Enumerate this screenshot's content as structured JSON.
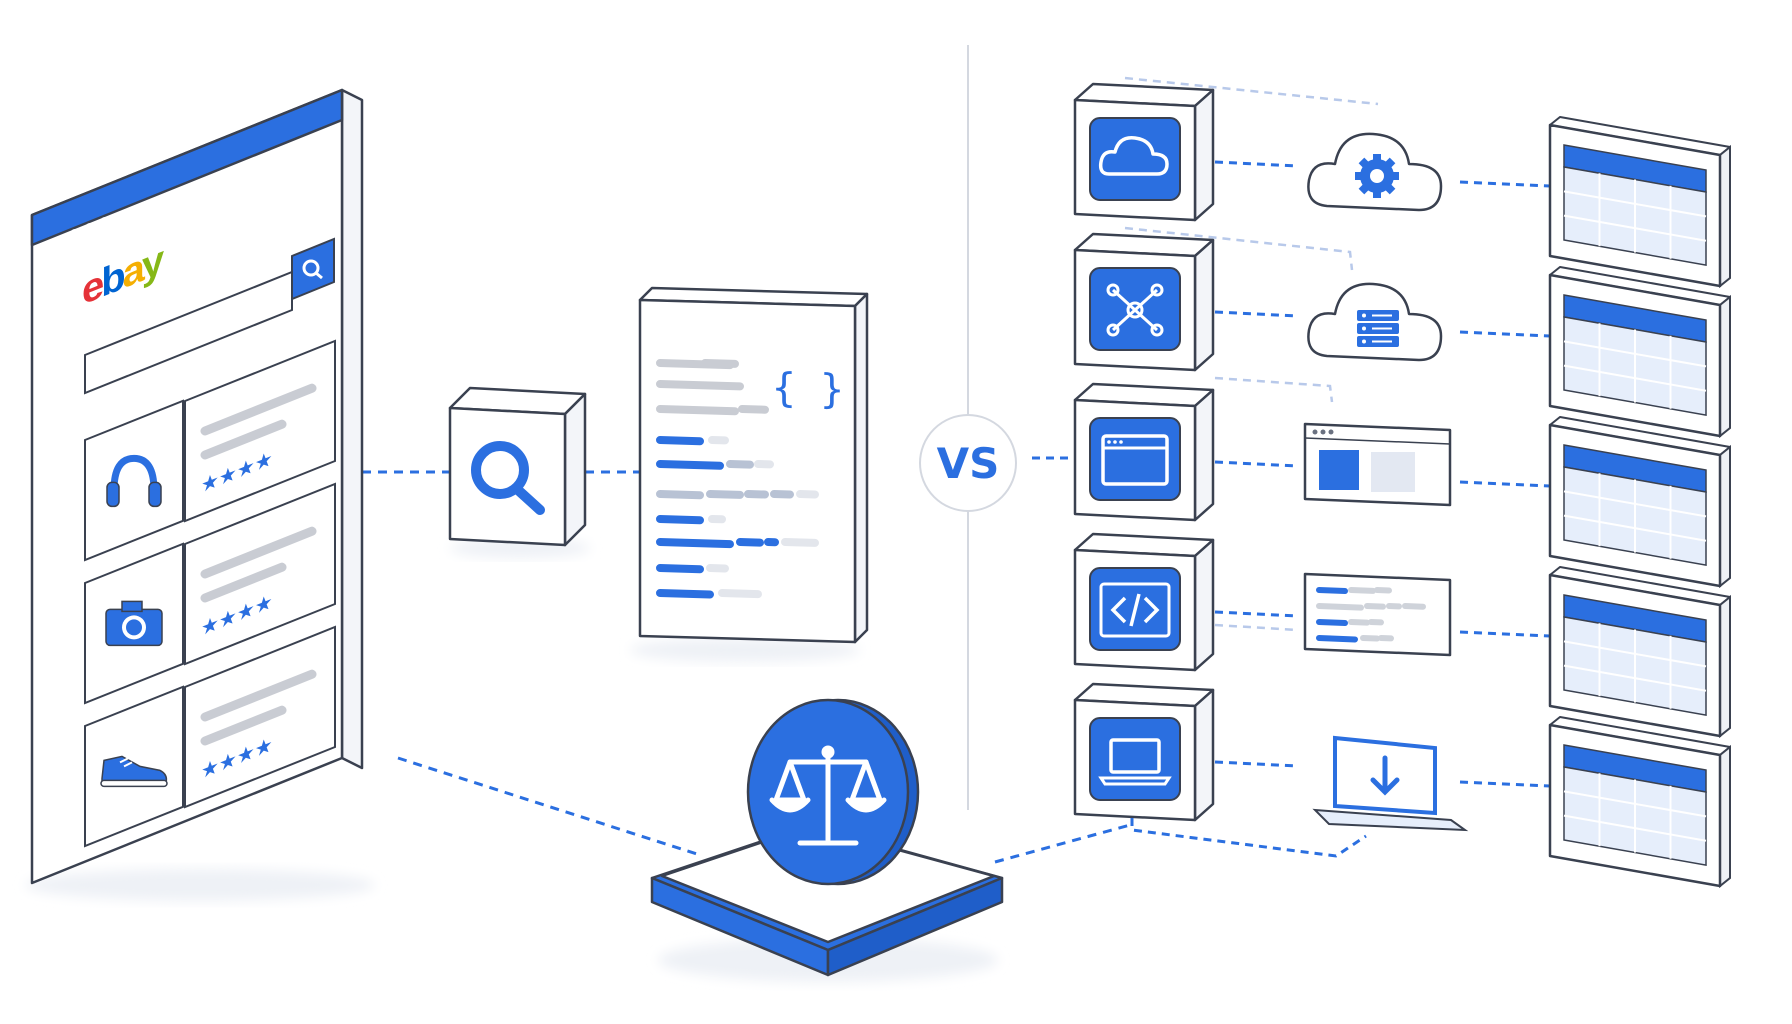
{
  "colors": {
    "accent": "#2b6fe0",
    "outline": "#3a4150",
    "panel": "#ffffff",
    "light_blue": "#e6eefb",
    "gray_bar": "#c9ccd3",
    "divider": "#d4d8e0"
  },
  "left": {
    "browser": {
      "logo": {
        "e": "e",
        "b": "b",
        "a": "a",
        "y": "y"
      },
      "search_icon": "search-icon",
      "products": [
        {
          "icon": "headphones-icon",
          "stars": "★★★★"
        },
        {
          "icon": "camera-icon",
          "stars": "★★★★"
        },
        {
          "icon": "sneaker-icon",
          "stars": "★★★★"
        }
      ]
    },
    "search_cube_icon": "magnifier-icon",
    "json_doc": {
      "braces": "{ }"
    }
  },
  "center": {
    "vs": "VS",
    "scales_icon": "scales-icon"
  },
  "right": {
    "cubes": [
      "cloud-icon",
      "network-icon",
      "browser-window-icon",
      "code-icon",
      "laptop-icon"
    ],
    "middle": [
      "cloud-gear-icon",
      "cloud-server-icon",
      "ui-panel-icon",
      "text-lines-icon",
      "laptop-download-icon"
    ],
    "code_glyph": "</>"
  }
}
